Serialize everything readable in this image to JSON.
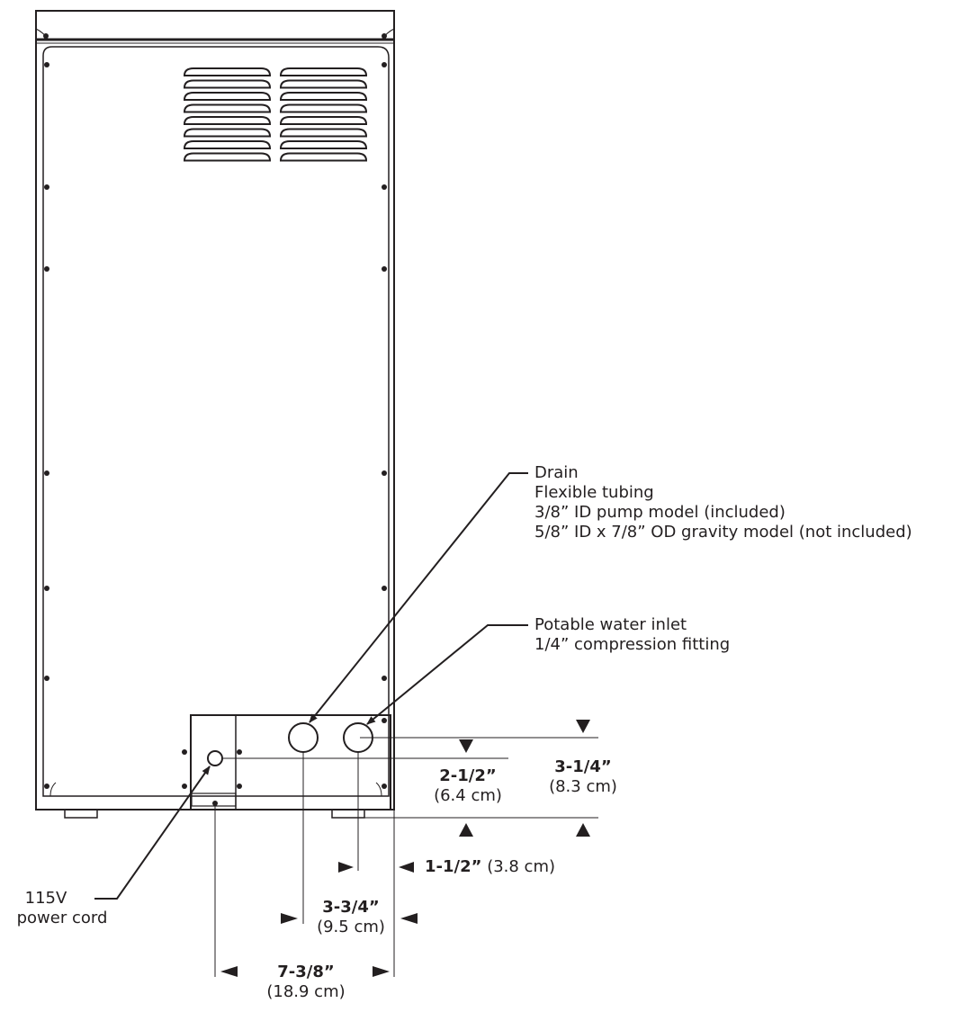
{
  "callouts": {
    "drain": {
      "title": "Drain",
      "lines": [
        "Flexible tubing",
        "3/8” ID pump model (included)",
        "5/8” ID x 7/8” OD gravity model (not included)"
      ]
    },
    "water_inlet": {
      "title": "Potable water inlet",
      "lines": [
        "1/4” compression fitting"
      ]
    },
    "power_cord": {
      "lines": [
        "115V",
        "power cord"
      ]
    }
  },
  "dimensions": {
    "inlet_height": {
      "imperial": "2-1/2”",
      "metric": "(6.4 cm)"
    },
    "drain_height": {
      "imperial": "3-1/4”",
      "metric": "(8.3 cm)"
    },
    "inlet_from_side": {
      "imperial": "1-1/2”",
      "metric": "(3.8 cm)"
    },
    "drain_from_side": {
      "imperial": "3-3/4”",
      "metric": "(9.5 cm)"
    },
    "cord_from_side": {
      "imperial": "7-3/8”",
      "metric": "(18.9 cm)"
    }
  },
  "colors": {
    "line": "#231f20",
    "background": "#ffffff"
  }
}
